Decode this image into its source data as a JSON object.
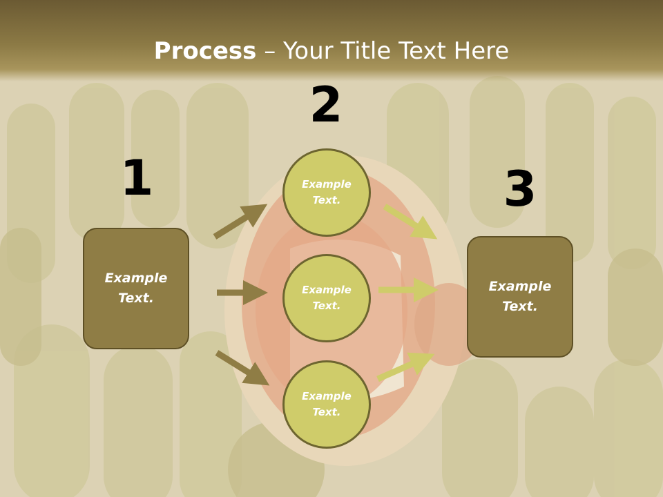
{
  "slide": {
    "title_bold": "Process",
    "title_dash": " – ",
    "title_rest": "Your Title Text Here"
  },
  "steps": {
    "num1": "1",
    "num2": "2",
    "num3": "3"
  },
  "nodes": {
    "left_box": "Example Text.",
    "circle_top": "Example Text.",
    "circle_mid": "Example Text.",
    "circle_bot": "Example Text.",
    "right_box": "Example Text."
  },
  "colors": {
    "box_fill": "#8f7d45",
    "circle_fill": "#cfcc6a",
    "left_arrow": "#8f7d45",
    "right_arrow": "#cfcc6a",
    "title_band": "#8c7a45"
  }
}
